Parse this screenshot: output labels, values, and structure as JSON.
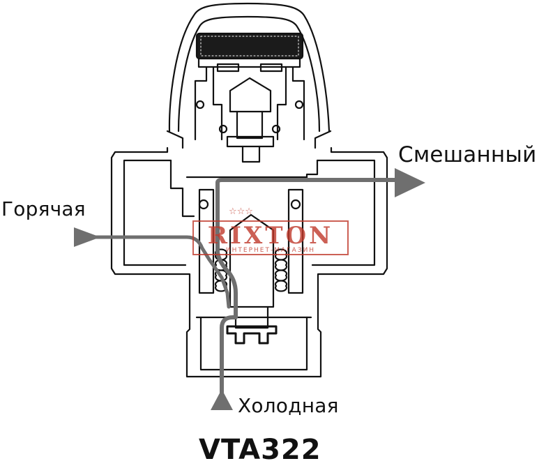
{
  "labels": {
    "mixed": "Смешанный",
    "hot": "Горячая",
    "cold": "Холодная"
  },
  "model": "VTA322",
  "watermark": {
    "brand": "RIXTON",
    "subtitle": "ИНТЕРНЕТ-МАГАЗИН",
    "stars": "☆☆☆"
  },
  "colors": {
    "flow": "#6f6f6f",
    "outline": "#111111",
    "watermark": "#c0392b"
  }
}
